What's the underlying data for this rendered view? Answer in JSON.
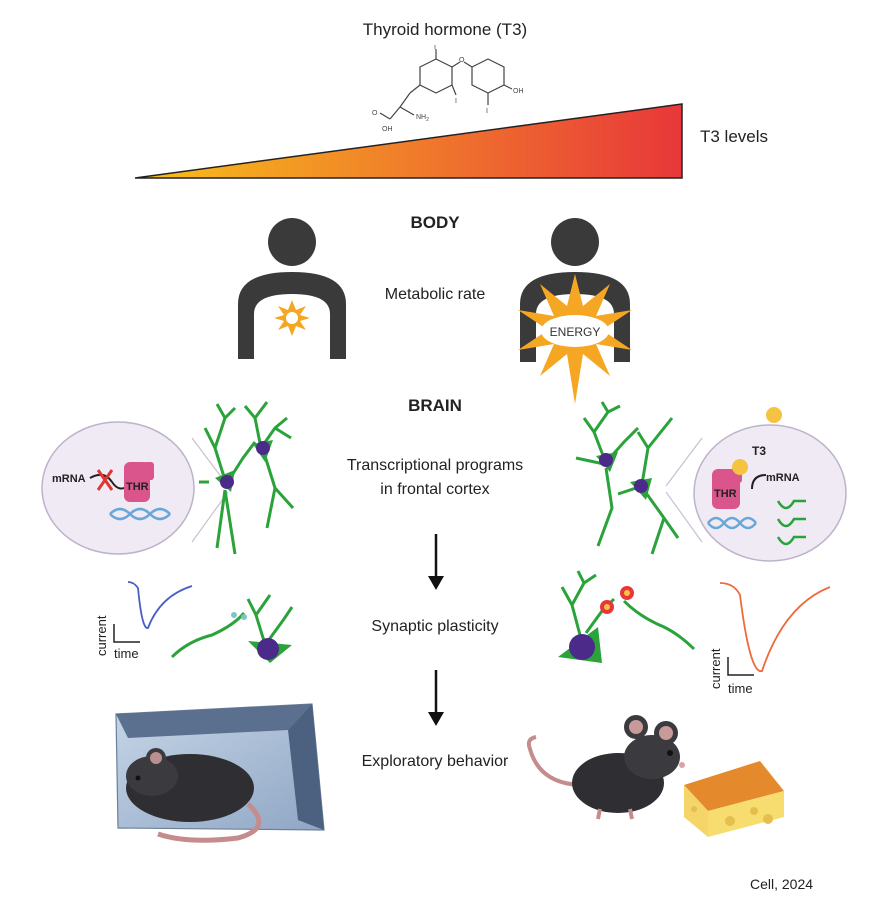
{
  "title": "Thyroid hormone (T3)",
  "gradient_label": "T3 levels",
  "molecule_labels": {
    "o": "O",
    "oh_top": "OH",
    "oh_bottom": "OH",
    "nh2": "NH",
    "nh2_sub": "2",
    "i": "I"
  },
  "sections": {
    "body": "BODY",
    "brain": "BRAIN"
  },
  "labels": {
    "metabolic": "Metabolic rate",
    "energy": "ENERGY",
    "transcription_line1": "Transcriptional programs",
    "transcription_line2": "in frontal cortex",
    "plasticity": "Synaptic plasticity",
    "behavior": "Exploratory behavior"
  },
  "inset_left": {
    "mrna": "mRNA",
    "thr": "THR"
  },
  "inset_right": {
    "t3": "T3",
    "mrna": "mRNA",
    "thr": "THR"
  },
  "trace_axes": {
    "y": "current",
    "x": "time"
  },
  "citation": "Cell, 2024",
  "colors": {
    "gradient_start": "#f7c21a",
    "gradient_end": "#e8373a",
    "neuron": "#2aa33a",
    "soma": "#4b2a8a",
    "person": "#3a3a3a",
    "burst": "#f5a623",
    "trace_low": "#4a5fc4",
    "trace_high": "#ef6a3a",
    "inset_bg": "#efeaf4",
    "thr": "#d9558c",
    "t3_dot": "#f5c242"
  }
}
